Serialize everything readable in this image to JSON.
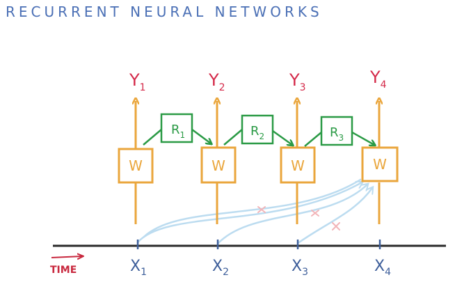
{
  "title": "RECURRENT NEURAL NETWORKS",
  "time_label": "TIME",
  "colors": {
    "title": "#4a6fb5",
    "output": "#d42848",
    "weights": "#eaa63c",
    "recurrent": "#2a9a45",
    "inputs": "#3d5e9a",
    "gradient_flow": "#bcdcf0",
    "cross": "#f2b4b8",
    "time_arrow": "#c8283e"
  },
  "steps": [
    {
      "y": "Y",
      "y_sub": "1",
      "w": "W",
      "x": "X",
      "x_sub": "1"
    },
    {
      "y": "Y",
      "y_sub": "2",
      "w": "W",
      "x": "X",
      "x_sub": "2"
    },
    {
      "y": "Y",
      "y_sub": "3",
      "w": "W",
      "x": "X",
      "x_sub": "3"
    },
    {
      "y": "Y",
      "y_sub": "4",
      "w": "W",
      "x": "X",
      "x_sub": "4"
    }
  ],
  "recurrent": [
    {
      "r": "R",
      "r_sub": "1"
    },
    {
      "r": "R",
      "r_sub": "2"
    },
    {
      "r": "R",
      "r_sub": "3"
    }
  ]
}
